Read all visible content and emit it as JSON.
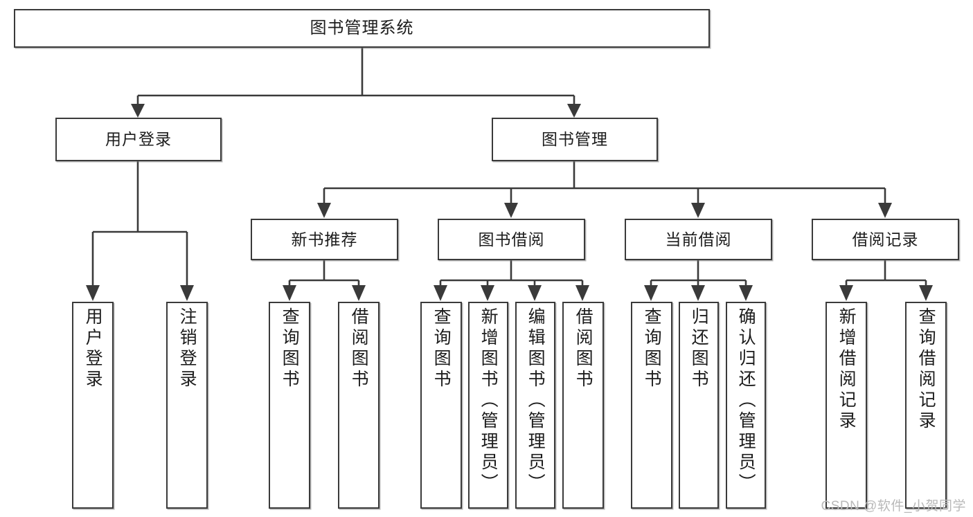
{
  "diagram": {
    "title": "图书管理系统",
    "type": "tree-hierarchy-diagram",
    "colors": {
      "stroke": "#3a3a3a",
      "fill": "#ffffff",
      "text": "#1c1c1c",
      "watermark": "#b9b9b9"
    },
    "levels": {
      "root": {
        "label": "图书管理系统"
      },
      "level2": [
        {
          "id": "user-login",
          "label": "用户登录"
        },
        {
          "id": "book-management",
          "label": "图书管理"
        }
      ],
      "level3": [
        {
          "id": "new-book-recommend",
          "label": "新书推荐"
        },
        {
          "id": "book-borrow",
          "label": "图书借阅"
        },
        {
          "id": "current-borrow",
          "label": "当前借阅"
        },
        {
          "id": "borrow-record",
          "label": "借阅记录"
        }
      ],
      "leaves": [
        {
          "id": "leaf-user-login",
          "label": "用户登录",
          "parent": "user-login"
        },
        {
          "id": "leaf-user-logout",
          "label": "注销登录",
          "parent": "user-login"
        },
        {
          "id": "leaf-query-book-1",
          "label": "查询图书",
          "parent": "new-book-recommend"
        },
        {
          "id": "leaf-borrow-book-1",
          "label": "借阅图书",
          "parent": "new-book-recommend"
        },
        {
          "id": "leaf-query-book-2",
          "label": "查询图书",
          "parent": "book-borrow"
        },
        {
          "id": "leaf-add-book",
          "label": "新增图书（管理员）",
          "parent": "book-borrow"
        },
        {
          "id": "leaf-edit-book",
          "label": "编辑图书（管理员）",
          "parent": "book-borrow"
        },
        {
          "id": "leaf-borrow-book-2",
          "label": "借阅图书",
          "parent": "book-borrow"
        },
        {
          "id": "leaf-query-book-3",
          "label": "查询图书",
          "parent": "current-borrow"
        },
        {
          "id": "leaf-return-book",
          "label": "归还图书",
          "parent": "current-borrow"
        },
        {
          "id": "leaf-confirm-return",
          "label": "确认归还（管理员）",
          "parent": "current-borrow"
        },
        {
          "id": "leaf-add-record",
          "label": "新增借阅记录",
          "parent": "borrow-record"
        },
        {
          "id": "leaf-query-record",
          "label": "查询借阅记录",
          "parent": "borrow-record"
        }
      ]
    },
    "watermark": "CSDN @软件_小贺同学"
  }
}
